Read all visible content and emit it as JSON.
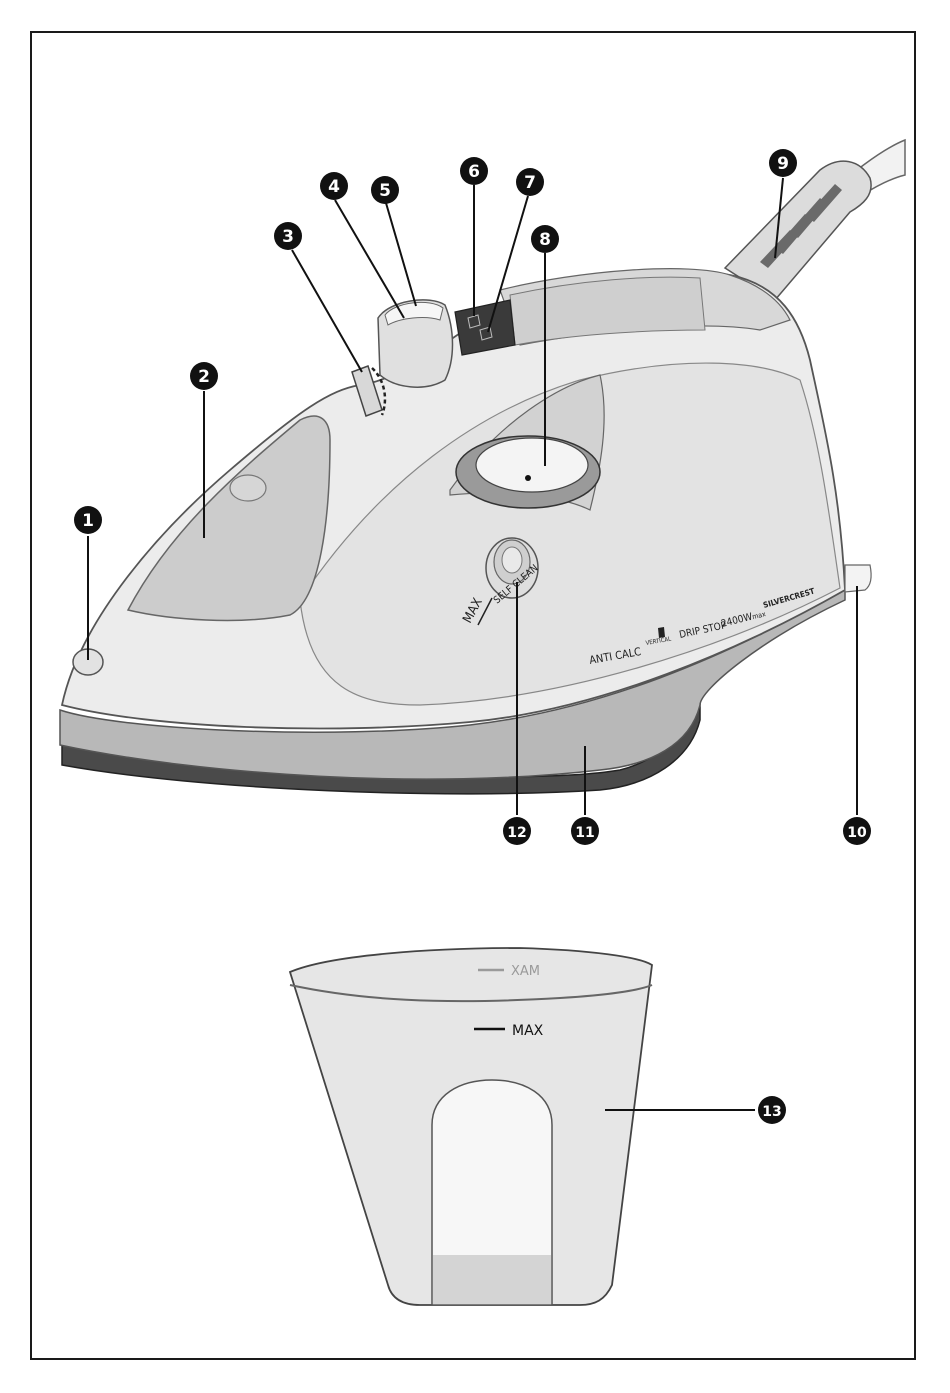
{
  "callouts": [
    {
      "id": 1,
      "label": "1"
    },
    {
      "id": 2,
      "label": "2"
    },
    {
      "id": 3,
      "label": "3"
    },
    {
      "id": 4,
      "label": "4"
    },
    {
      "id": 5,
      "label": "5"
    },
    {
      "id": 6,
      "label": "6"
    },
    {
      "id": 7,
      "label": "7"
    },
    {
      "id": 8,
      "label": "8"
    },
    {
      "id": 9,
      "label": "9"
    },
    {
      "id": 10,
      "label": "10"
    },
    {
      "id": 11,
      "label": "11"
    },
    {
      "id": 12,
      "label": "12"
    },
    {
      "id": 13,
      "label": "13"
    }
  ],
  "iron": {
    "max_label": "MAX",
    "self_clean_label": "SELF CLEAN",
    "anti_calc_label": "ANTI CALC",
    "vertical_label": "VERTICAL",
    "drip_stop_label": "DRIP STOP",
    "wattage_label": "2400W",
    "wattage_suffix": "max",
    "brand_label": "SILVERCREST"
  },
  "cup": {
    "max_label": "MAX",
    "max_mirrored_label": "XAM"
  },
  "colors": {
    "callout_fill": "#111111",
    "body": "#e9e9e9",
    "sole": "#b8b8b8",
    "soleplate": "#4a4a4a",
    "outline": "#555555"
  }
}
